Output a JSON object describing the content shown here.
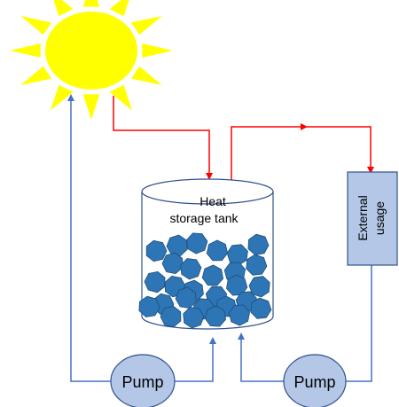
{
  "labels": {
    "tank_line1": "Heat",
    "tank_line2": "storage tank",
    "external_line1": "External",
    "external_line2": "usage",
    "pump_left": "Pump",
    "pump_right": "Pump"
  },
  "colors": {
    "sun": "#ffff00",
    "sun_rays": "#ffff00",
    "hot_pipe": "#ff0000",
    "cold_pipe": "#4472c4",
    "pump_fill": "#b4c7e7",
    "pump_stroke": "#2f528f",
    "external_fill": "#b4c7e7",
    "storage_pellet": "#2e75b6",
    "tank_stroke": "#2f528f"
  },
  "icons": {
    "sun": "sun-icon",
    "pump": "pump-icon",
    "tank": "storage-tank-icon",
    "arrow": "arrow-head-icon"
  }
}
